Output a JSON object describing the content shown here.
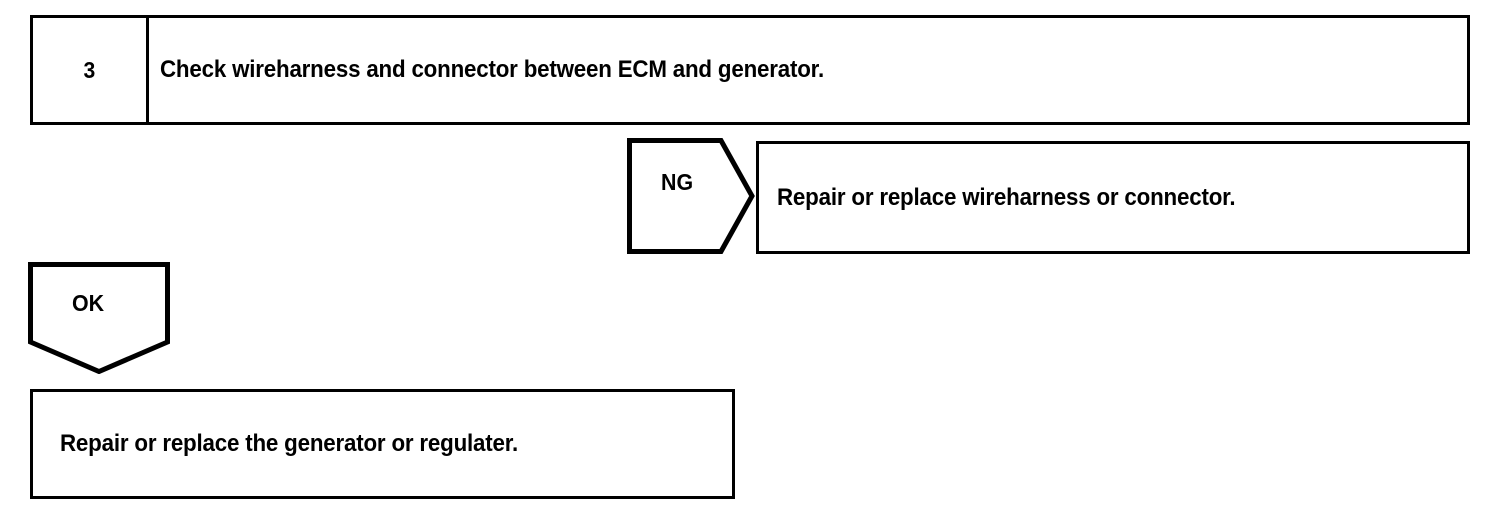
{
  "diagram": {
    "type": "troubleshooting-flowchart",
    "ink_color": "#000000",
    "background_color": "#ffffff",
    "step": {
      "number": "3",
      "instruction": "Check wireharness and connector between ECM and generator."
    },
    "branches": [
      {
        "id": "ng",
        "label": "NG",
        "direction": "right",
        "result": "Repair or replace wireharness or connector."
      },
      {
        "id": "ok",
        "label": "OK",
        "direction": "down",
        "result": "Repair or replace the generator or regulater."
      }
    ]
  }
}
